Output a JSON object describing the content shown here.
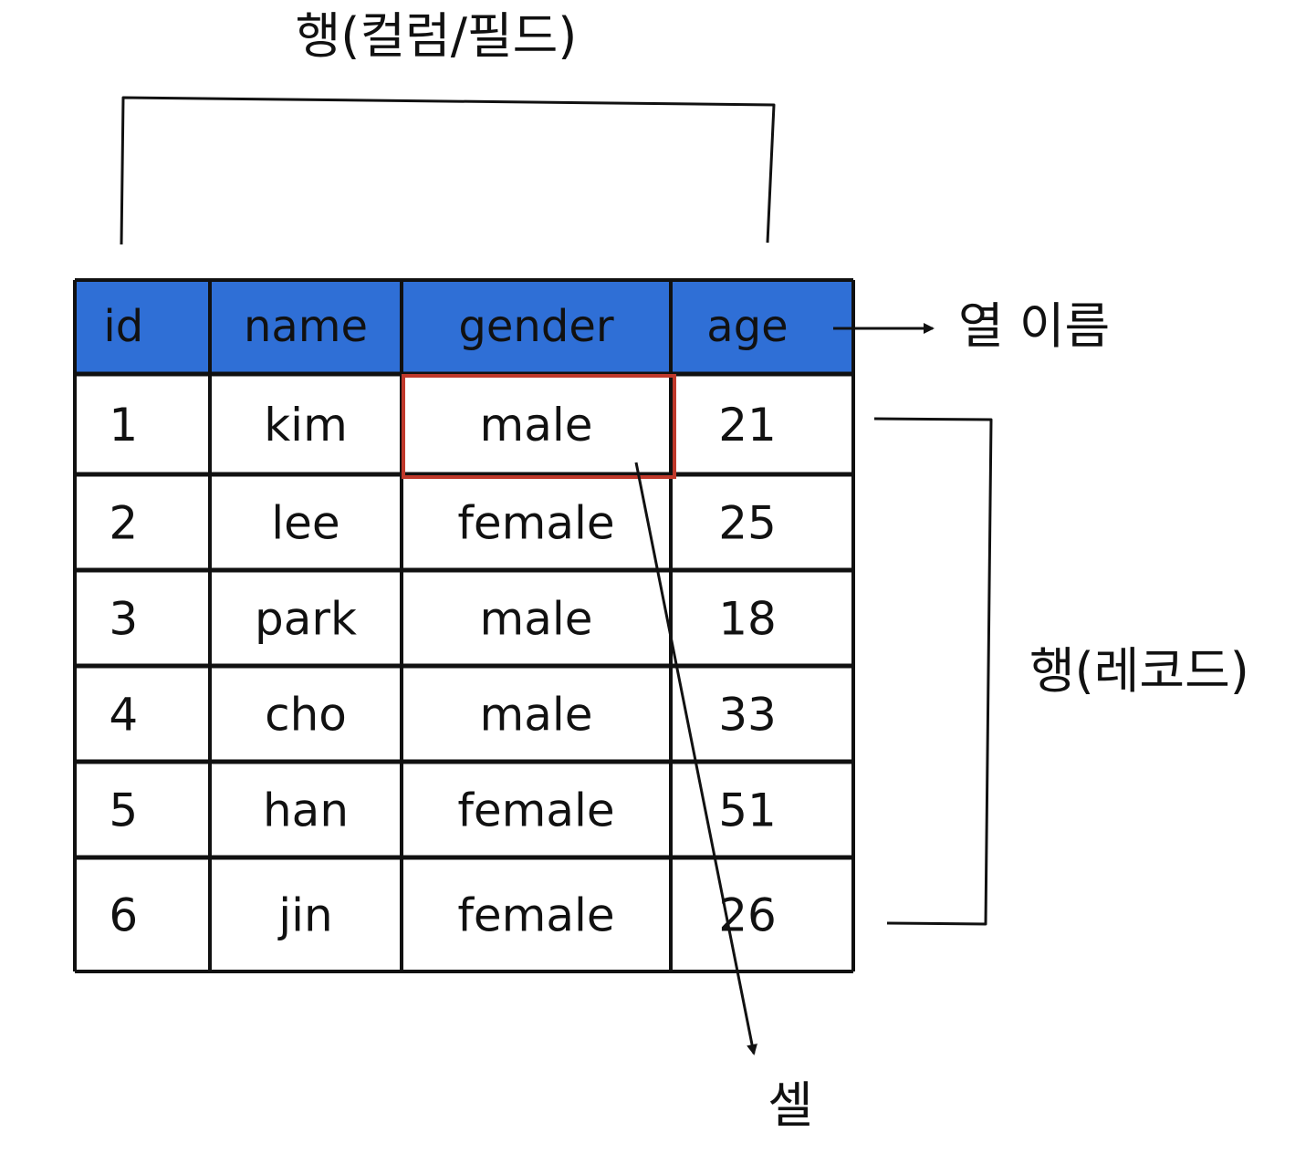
{
  "labels": {
    "column_bracket": "행(컬럼/필드)",
    "column_names": "열 이름",
    "row_bracket": "행(레코드)",
    "cell": "셀"
  },
  "table": {
    "headers": [
      "id",
      "name",
      "gender",
      "age"
    ],
    "rows": [
      [
        "1",
        "kim",
        "male",
        "21"
      ],
      [
        "2",
        "lee",
        "female",
        "25"
      ],
      [
        "3",
        "park",
        "male",
        "18"
      ],
      [
        "4",
        "cho",
        "male",
        "33"
      ],
      [
        "5",
        "han",
        "female",
        "51"
      ],
      [
        "6",
        "jin",
        "female",
        "26"
      ]
    ],
    "highlighted_cell": {
      "row": 0,
      "col": 2
    }
  },
  "colors": {
    "header_fill": "#2f6fd6",
    "highlight_border": "#c0392b",
    "line": "#111111"
  }
}
